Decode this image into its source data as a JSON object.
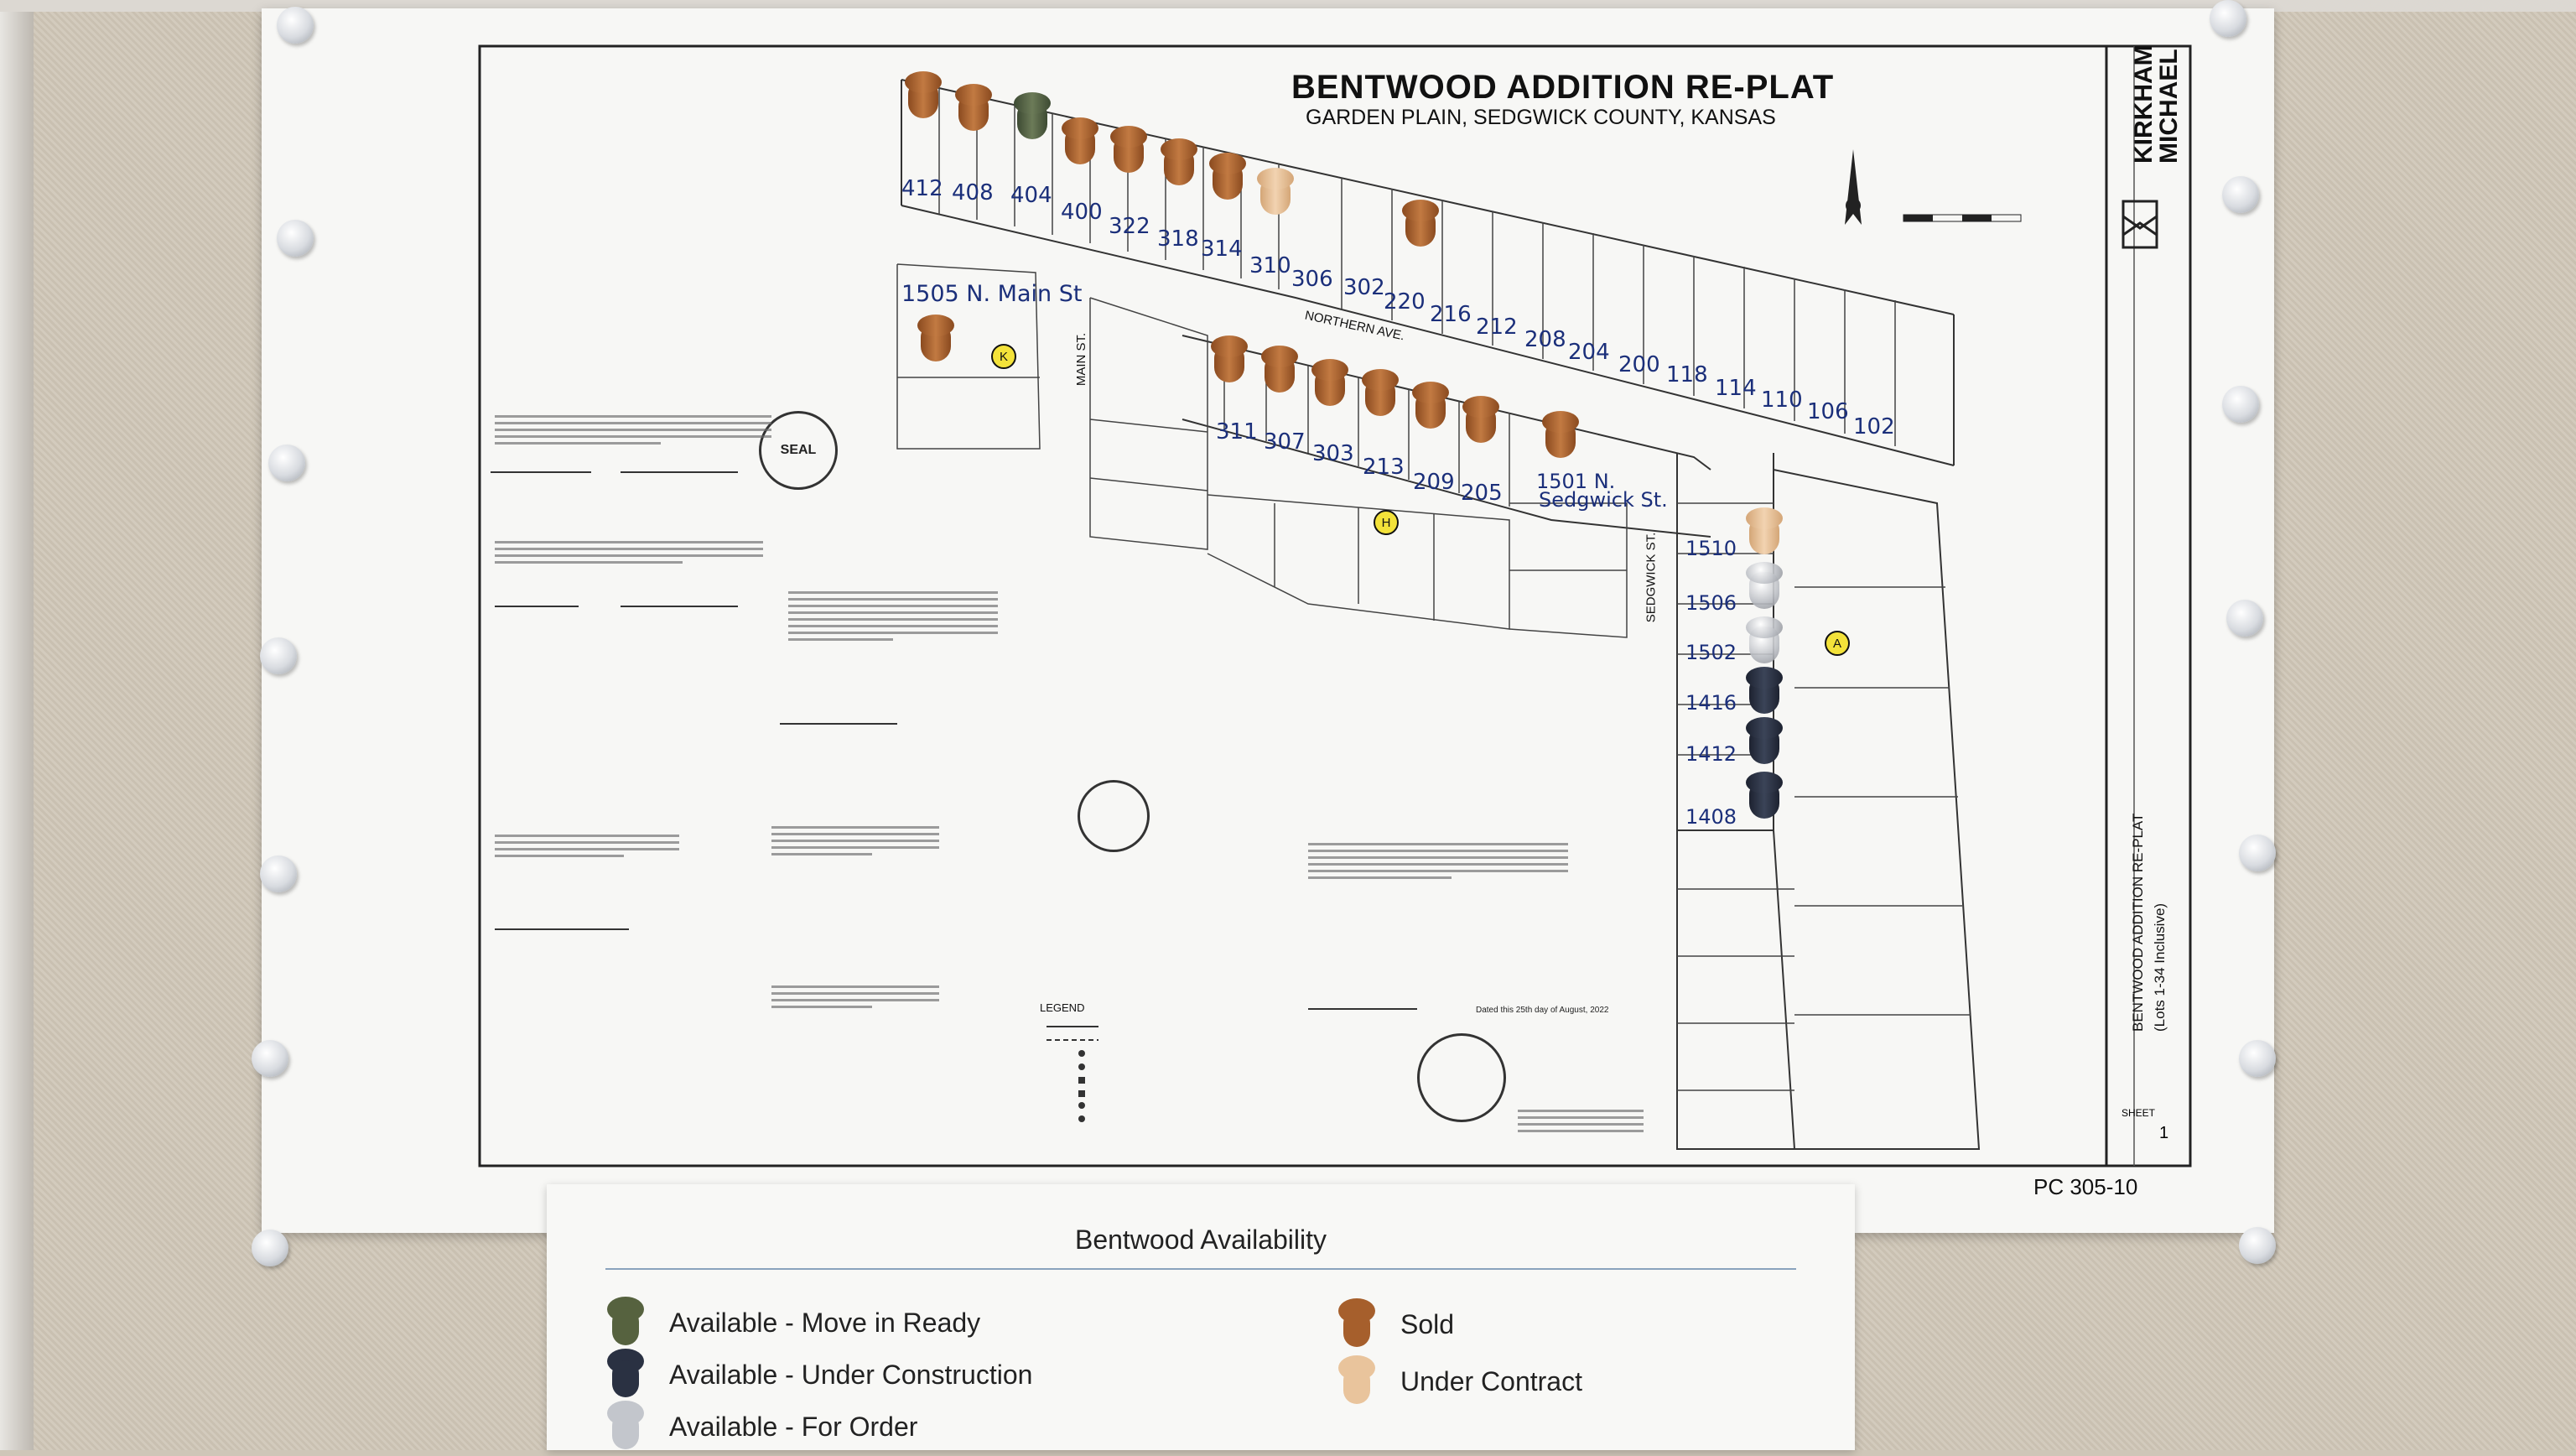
{
  "plat": {
    "title": "BENTWOOD ADDITION RE-PLAT",
    "subtitle": "GARDEN PLAIN, SEDGWICK COUNTY, KANSAS",
    "firm_name_line1": "KIRKHAM",
    "firm_name_line2": "MICHAEL",
    "sidebar_title": "BENTWOOD ADDITION RE-PLAT",
    "sidebar_subtitle": "(Lots 1-34 Inclusive)",
    "sheet_label": "SHEET",
    "sheet_number": "1",
    "drawing_id": "PC 305-10",
    "streets": {
      "main": "MAIN ST.",
      "northern": "NORTHERN AVE.",
      "sedgwick": "SEDGWICK ST."
    },
    "seal_text": "SEAL",
    "legend_heading": "LEGEND",
    "dated_signature_note": "Dated this 25th day of August, 2022"
  },
  "handwritten_addresses": {
    "north_row": [
      "412",
      "408",
      "404",
      "400",
      "322",
      "318",
      "314",
      "310",
      "306",
      "302",
      "220",
      "216",
      "212",
      "208",
      "204",
      "200",
      "118",
      "114",
      "110",
      "106",
      "102"
    ],
    "south_row": [
      "311",
      "307",
      "303",
      "213",
      "209",
      "205"
    ],
    "main_st_label": "1505 N. Main St",
    "sedgwick_label_line1": "1501 N.",
    "sedgwick_label_line2": "Sedgwick St.",
    "east_column": [
      "1510",
      "1506",
      "1502",
      "1416",
      "1412",
      "1408"
    ]
  },
  "callouts": [
    "K",
    "H",
    "A"
  ],
  "legend_card": {
    "title": "Bentwood Availability",
    "items": [
      {
        "label": "Available - Move in Ready",
        "color": "#56623f"
      },
      {
        "label": "Available - Under Construction",
        "color": "#2a3142"
      },
      {
        "label": "Available - For Order",
        "color": "#c3c6cc"
      },
      {
        "label": "Sold",
        "color": "#a65f2c"
      },
      {
        "label": "Under Contract",
        "color": "#e9c49c"
      }
    ]
  }
}
